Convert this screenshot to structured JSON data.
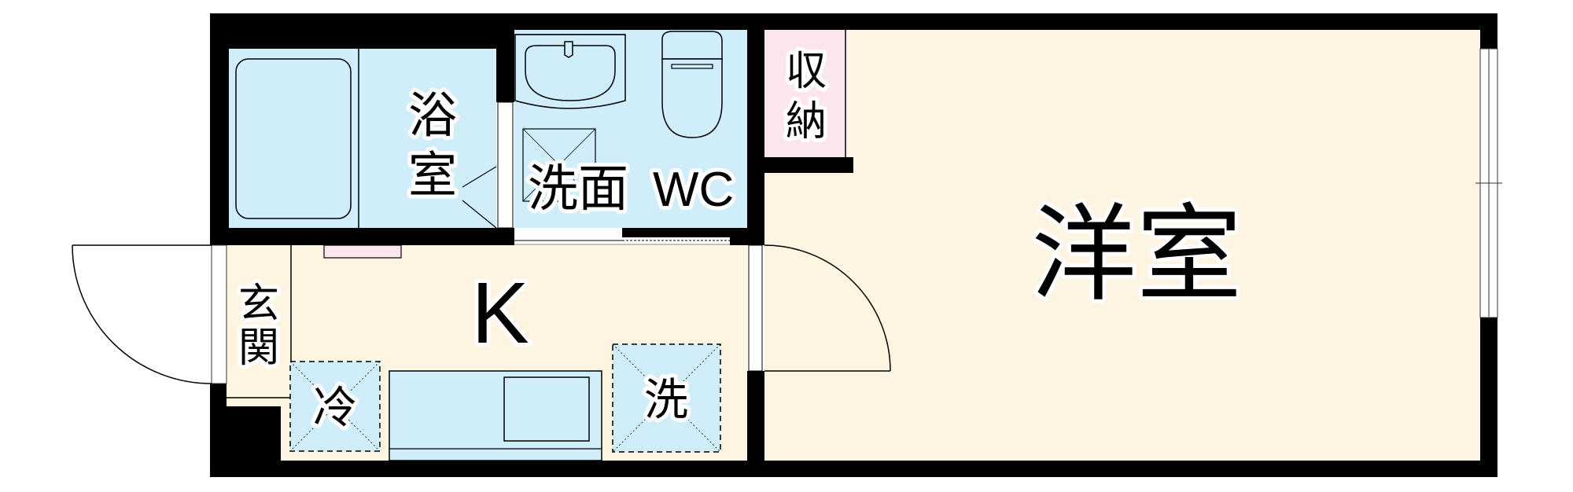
{
  "colors": {
    "wall": "#000000",
    "floor_cream": "#FDF5E2",
    "wet_blue": "#D0EEFA",
    "storage_pink": "#FBE6EF",
    "background": "#FFFFFF"
  },
  "rooms": {
    "bathroom": {
      "label_line1": "浴",
      "label_line2": "室"
    },
    "washroom_wc": {
      "label_jp": "洗面",
      "label_latin": "WC"
    },
    "storage": {
      "label_line1": "収",
      "label_line2": "納"
    },
    "western_room": {
      "label": "洋室"
    },
    "kitchen": {
      "label": "K"
    },
    "entrance": {
      "label_line1": "玄",
      "label_line2": "関"
    },
    "fridge_space": {
      "label": "冷"
    },
    "washer_space": {
      "label": "洗"
    }
  },
  "fixtures": [
    "bathtub-icon",
    "washbasin-icon",
    "toilet-icon",
    "washer-pan-icon",
    "kitchen-counter-icon",
    "sink-icon",
    "shoe-shelf-icon"
  ],
  "openings": [
    "entrance-door",
    "bathroom-folding-door",
    "washroom-sliding-door",
    "western-room-door",
    "window-right"
  ]
}
